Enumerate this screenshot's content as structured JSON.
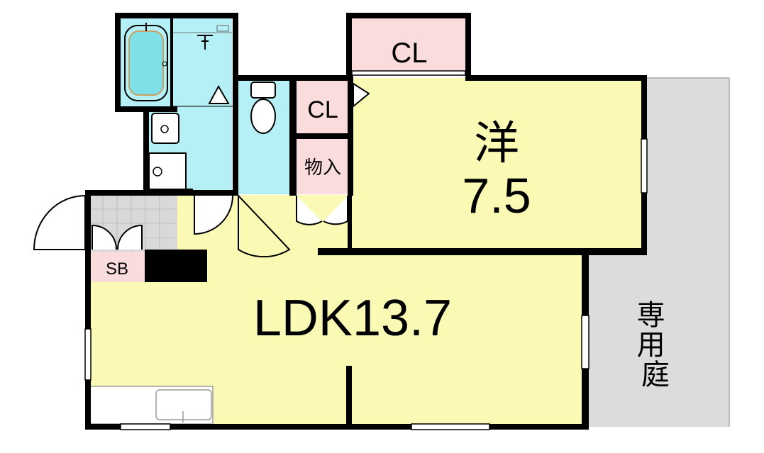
{
  "rooms": {
    "western_room": {
      "name": "洋",
      "size": "7.5"
    },
    "ldk": {
      "label": "LDK13.7"
    },
    "closet_top": {
      "label": "CL"
    },
    "closet_mid": {
      "label": "CL"
    },
    "storage": {
      "label": "物入"
    },
    "shoe_box": {
      "label": "SB"
    },
    "private_garden": {
      "label": "専用庭"
    }
  },
  "colors": {
    "living_fill": "#fafab4",
    "wet_area_fill": "#b4f0f5",
    "closet_fill": "#fadcdc",
    "garden_fill": "#dcdcdc",
    "entrance_tile": "#d9d9d9",
    "wall": "#000000"
  }
}
